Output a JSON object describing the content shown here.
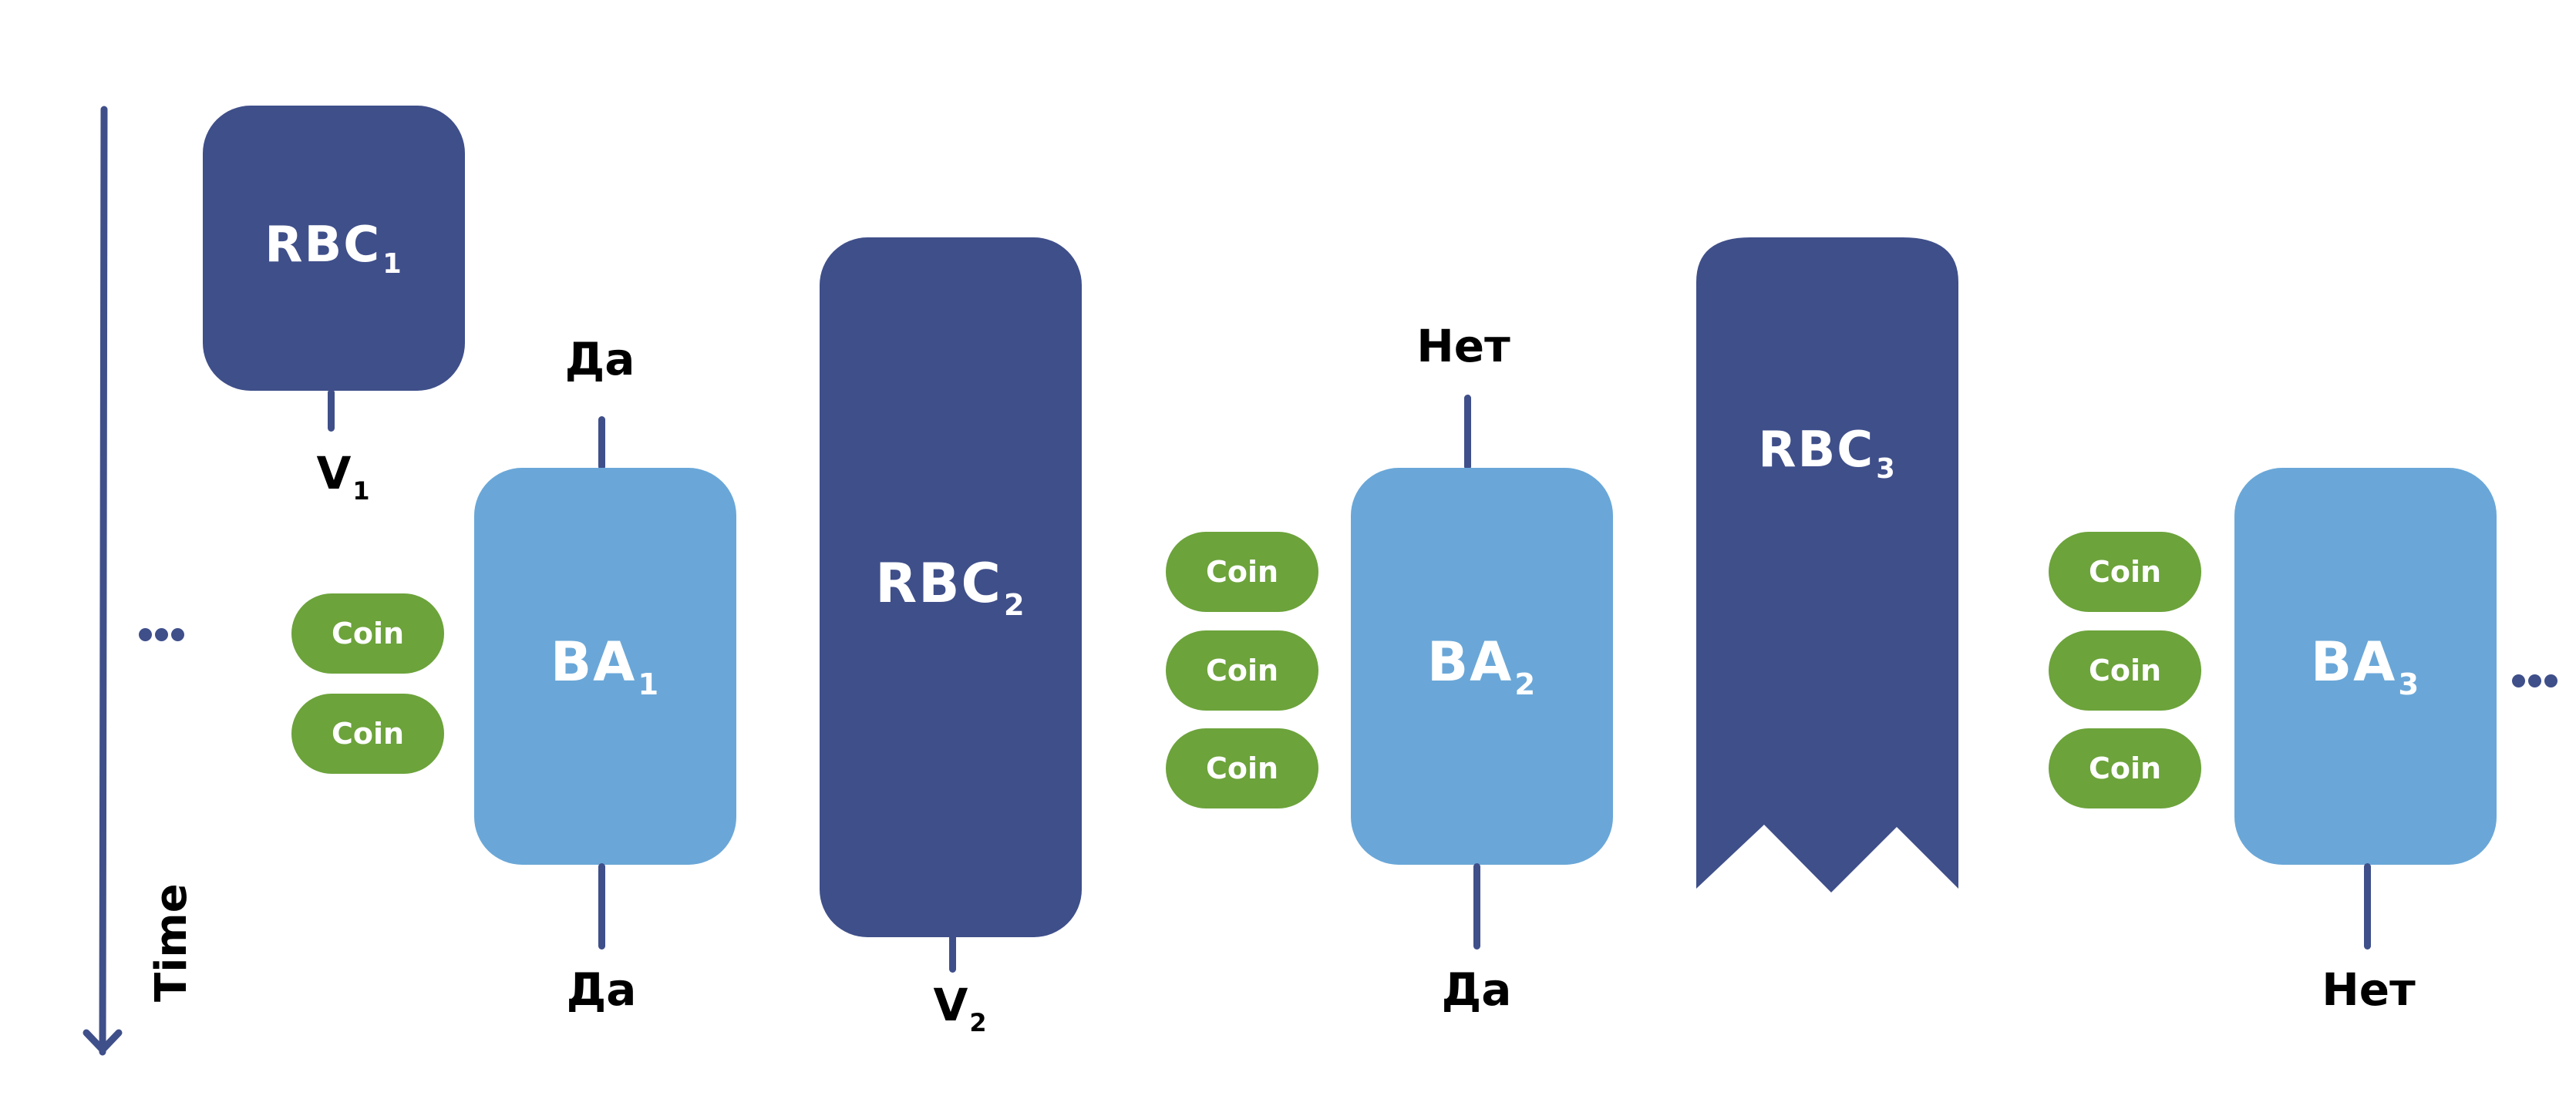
{
  "axis": {
    "label": "Time",
    "direction": "down"
  },
  "colors": {
    "rbc": "#3f4f8a",
    "ba": "#6aa7d8",
    "coin": "#6ca33b",
    "text": "#000000",
    "box_text": "#ffffff"
  },
  "ellipsis": "...",
  "rbc": [
    {
      "name": "RBC",
      "sub": "1",
      "output": {
        "name": "V",
        "sub": "1"
      }
    },
    {
      "name": "RBC",
      "sub": "2",
      "output": {
        "name": "V",
        "sub": "2"
      }
    },
    {
      "name": "RBC",
      "sub": "3",
      "output": null,
      "truncated": true
    }
  ],
  "ba": [
    {
      "name": "BA",
      "sub": "1",
      "input": "Да",
      "output": "Да",
      "coins": [
        "Coin",
        "Coin"
      ]
    },
    {
      "name": "BA",
      "sub": "2",
      "input": "Нет",
      "output": "Да",
      "coins": [
        "Coin",
        "Coin",
        "Coin"
      ]
    },
    {
      "name": "BA",
      "sub": "3",
      "input": null,
      "output": "Нет",
      "coins": [
        "Coin",
        "Coin",
        "Coin"
      ]
    }
  ]
}
